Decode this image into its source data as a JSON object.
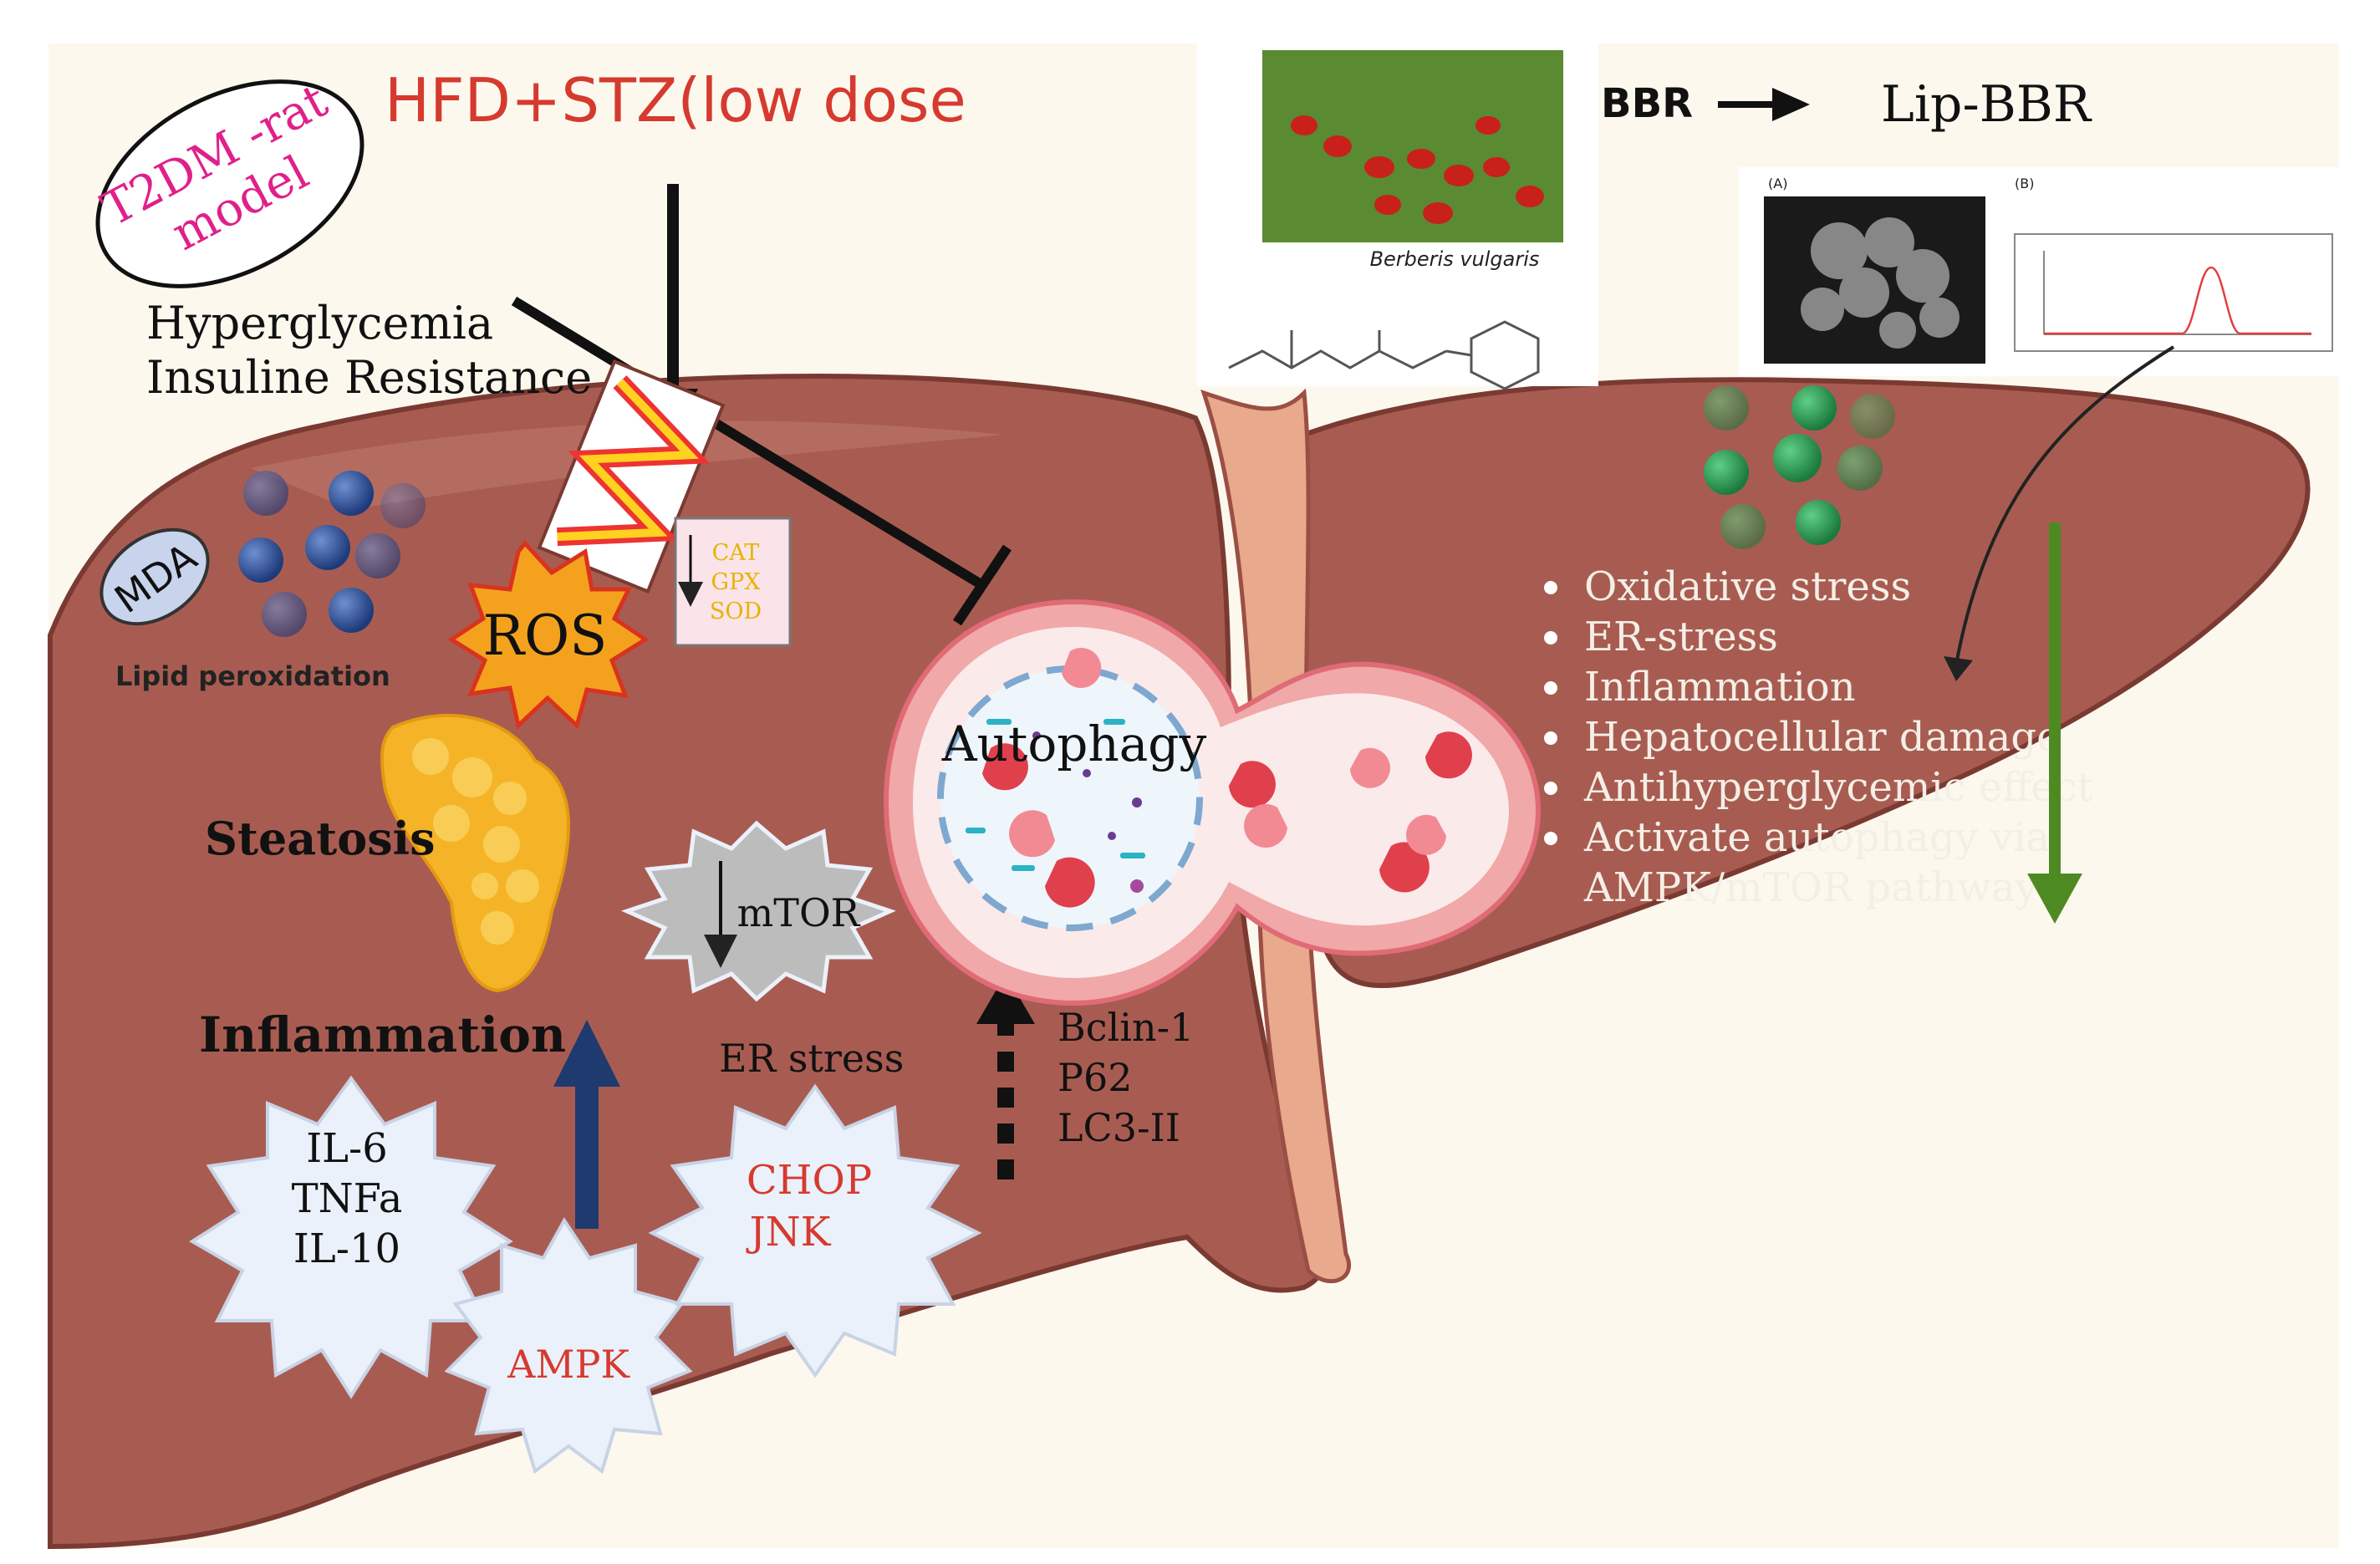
{
  "model": {
    "ellipse_label_line1": "T2DM -rat",
    "ellipse_label_line2": "model",
    "induction": "HFD+STZ(low dose"
  },
  "conditions": {
    "line1": "Hyperglycemia",
    "line2": "Insuline Resistance"
  },
  "oxidative": {
    "mda": "MDA",
    "lipid_peroxidation": "Lipid peroxidation",
    "ros": "ROS",
    "enzymes": [
      "CAT",
      "GPX",
      "SOD"
    ]
  },
  "steatosis": "Steatosis",
  "inflammation": {
    "title": "Inflammation",
    "cytokines": [
      "IL-6",
      "TNFa",
      "IL-10"
    ]
  },
  "signaling": {
    "mtor": "mTOR",
    "ampk": "AMPK",
    "er_stress": "ER stress",
    "er_markers": [
      "CHOP",
      "JNK"
    ],
    "autophagy_markers": [
      "Bclin-1",
      "P62",
      "LC3-II"
    ]
  },
  "autophagy": "Autophagy",
  "treatment": {
    "from": "BBR",
    "to": "Lip-BBR",
    "plant_caption": "Berberis vulgaris",
    "tem_label_a": "(A)",
    "tem_label_b": "(B)"
  },
  "effects": [
    "Oxidative stress",
    "ER-stress",
    "Inflammation",
    "Hepatocellular damage",
    "Antihyperglycemic effect",
    "Activate autophagy via",
    "AMPK/mTOR pathway"
  ],
  "colors": {
    "background": "#fcf8ee",
    "liver": "#a85c51",
    "liver_dark": "#7a3a32",
    "red_text": "#d63a2f",
    "ros_fill": "#f4a21e",
    "ampk_arrow": "#1f3a6e",
    "green_arrow": "#4e8a22",
    "fat": "#f5b428"
  }
}
